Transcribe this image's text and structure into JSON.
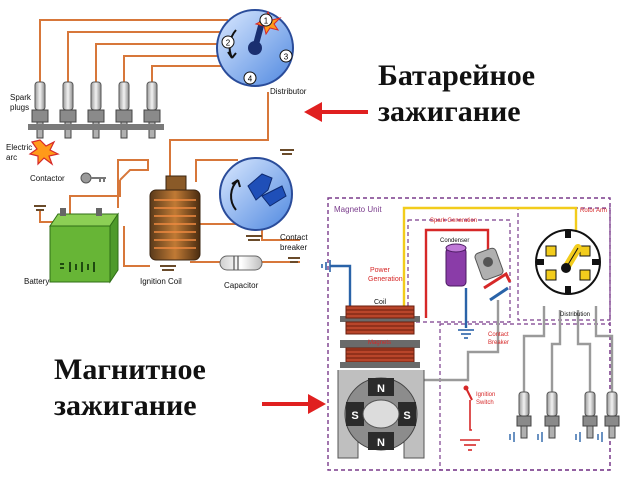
{
  "captions": {
    "battery_ignition": [
      "Батарейное",
      "зажигание"
    ],
    "magneto_ignition": [
      "Магнитное",
      "зажигание"
    ]
  },
  "battery_diagram": {
    "labels": {
      "spark_plugs": [
        "Spark",
        "plugs"
      ],
      "electric_arc": [
        "Electric",
        "arc"
      ],
      "contactor": "Contactor",
      "battery": "Battery",
      "ignition_coil": "Ignition Coil",
      "capacitor": "Capacitor",
      "contact_breaker": [
        "Contact",
        "breaker"
      ],
      "distributor": "Distributor"
    },
    "distributor_numbers": [
      "1",
      "2",
      "3",
      "4"
    ]
  },
  "magneto_diagram": {
    "labels": {
      "magneto_unit": "Magneto Unit",
      "spark_generation": "Spark Generation",
      "rotor_arm": "Rotor Arm",
      "condenser": "Condenser",
      "power_generation": [
        "Power",
        "Generation"
      ],
      "coil": "Coil",
      "magnets": "Magnets",
      "contact_breaker": [
        "Contact",
        "Breaker"
      ],
      "distribution": "Distribution",
      "ignition_switch": [
        "Ignition",
        "Switch"
      ]
    },
    "magnet_poles": [
      "N",
      "S",
      "S",
      "N"
    ]
  },
  "colors": {
    "battery_wire": "#d7773a",
    "magneto_wire_yellow": "#f2cc1c",
    "magneto_wire_red": "#d62828",
    "magneto_wire_blue": "#2a63a8",
    "magneto_wire_gray": "#9a9a9a",
    "dashed_border": "#7a3c8c",
    "arrow": "#e02020",
    "distributor_fill": "#3f7ad9",
    "battery_fill": "#67b536"
  }
}
